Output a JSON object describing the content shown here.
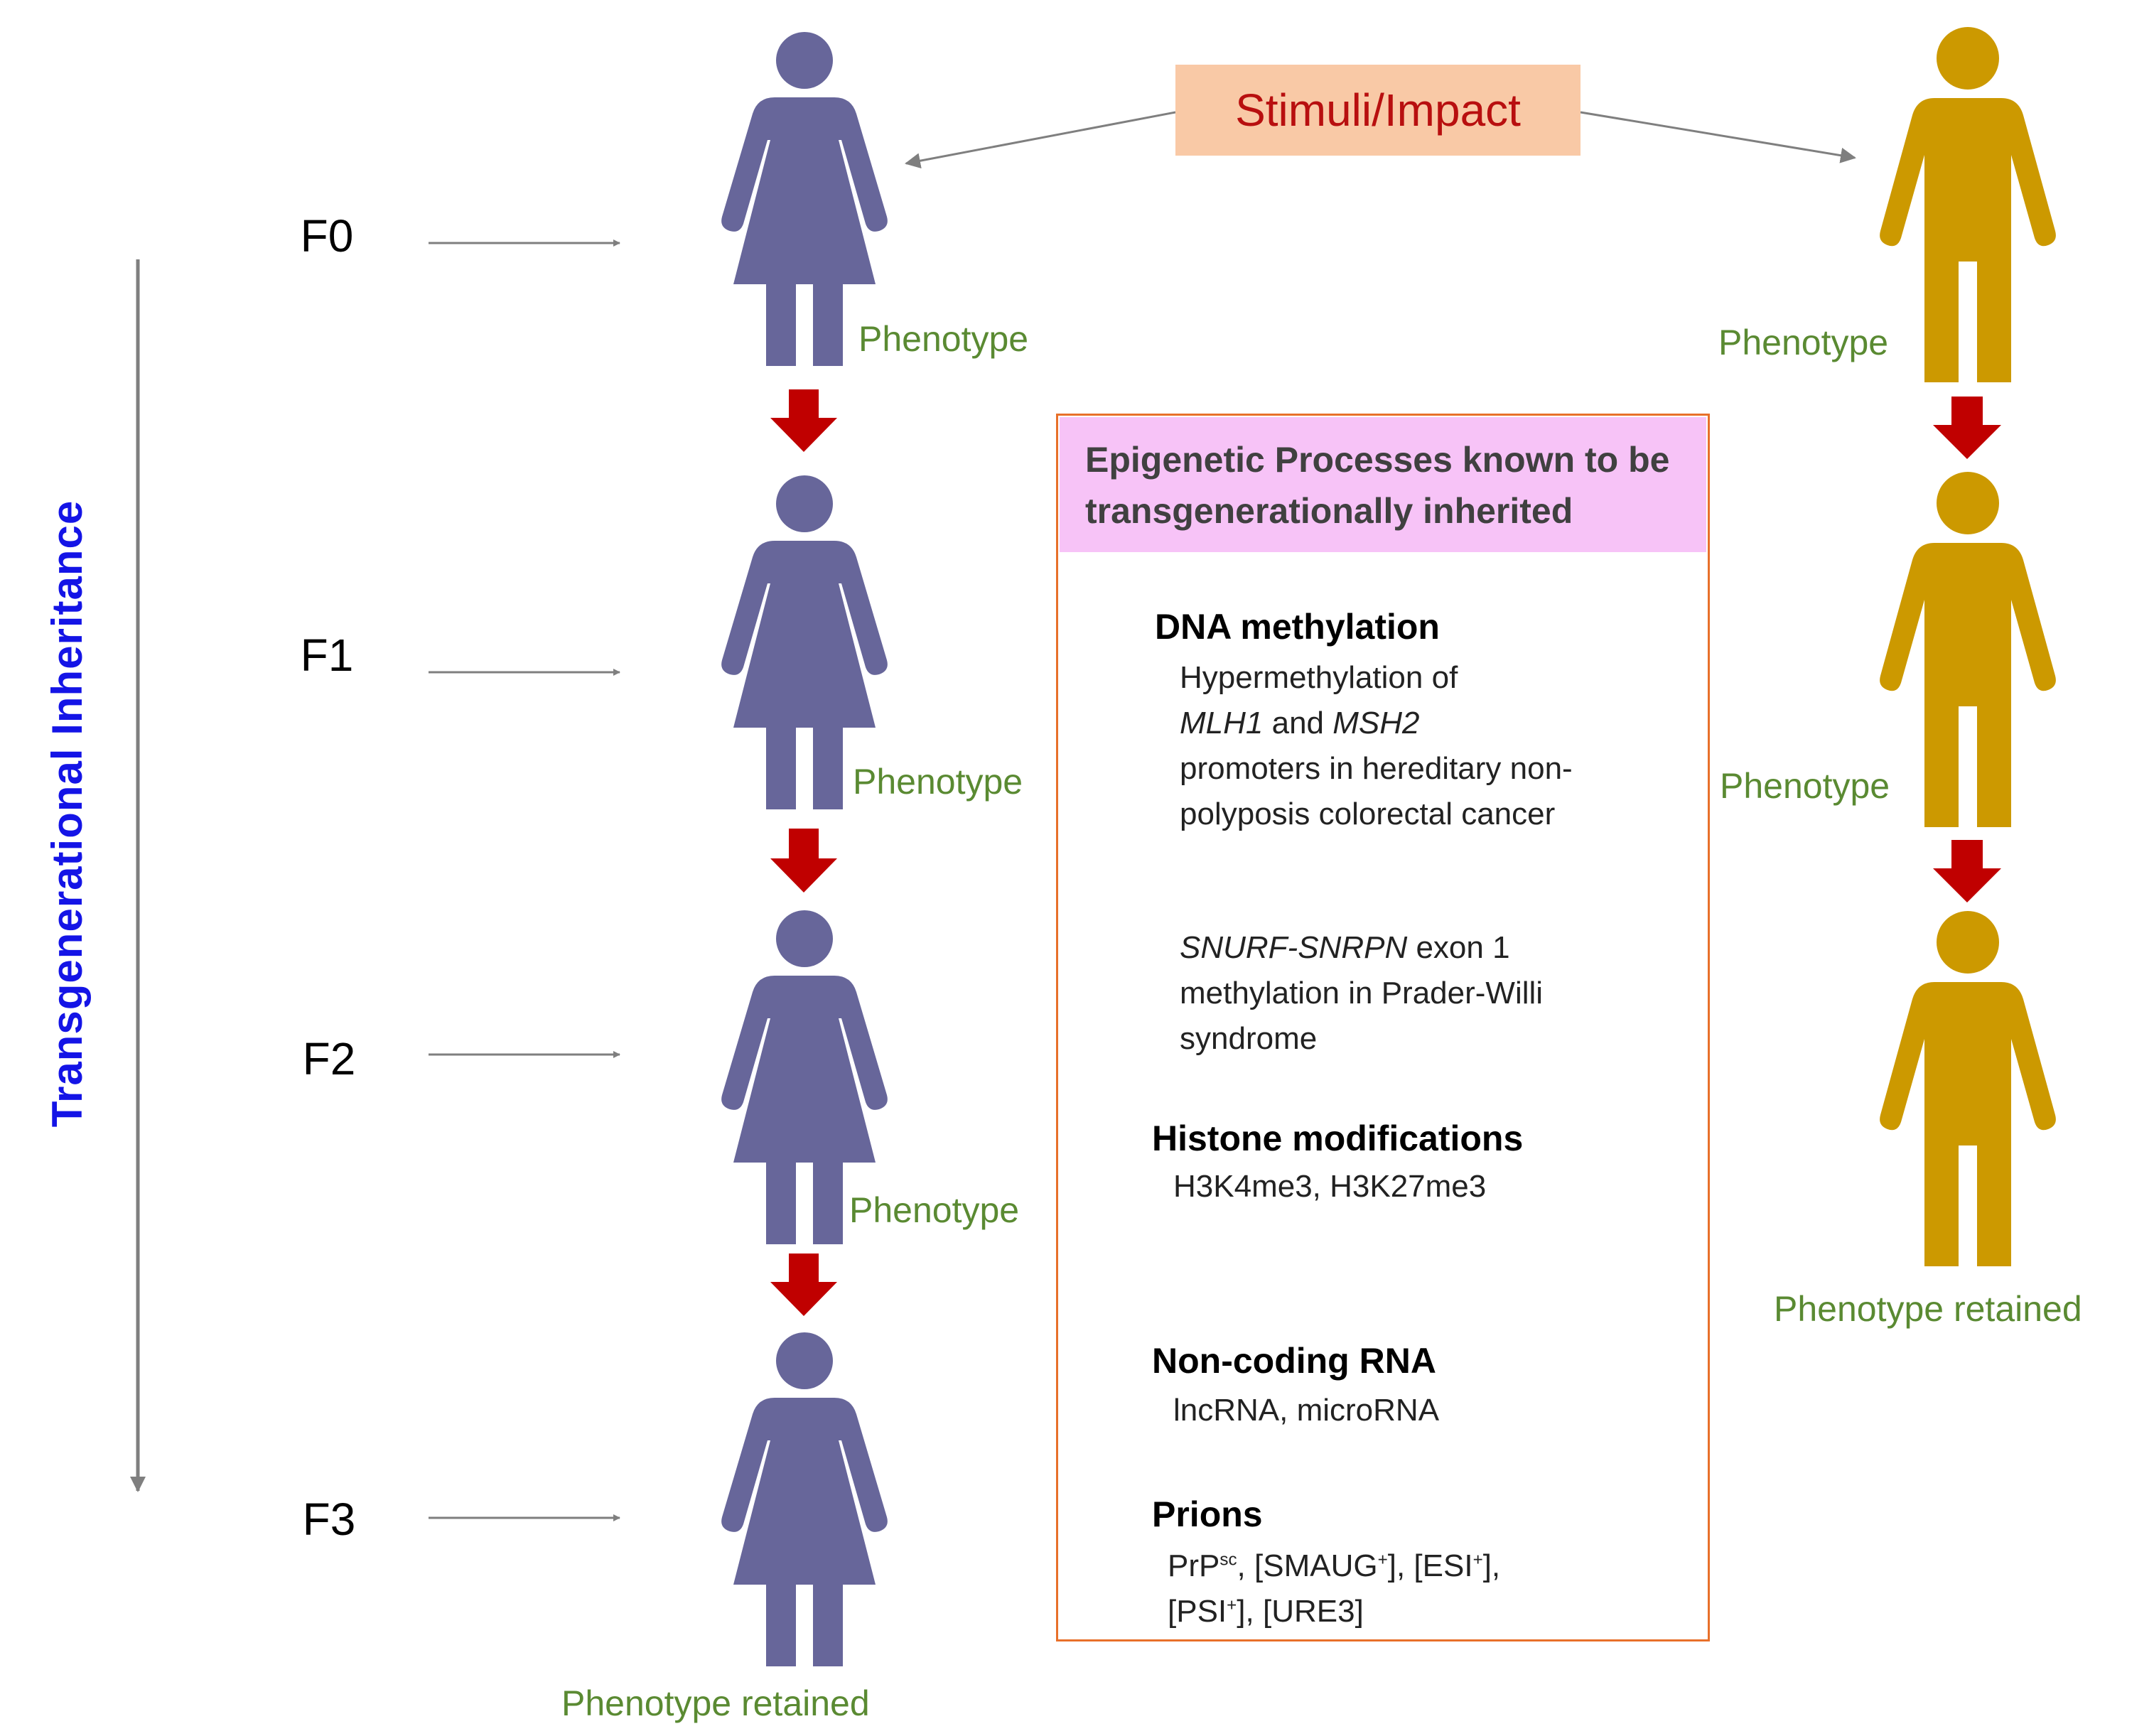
{
  "axis_title": "Transgenerational  Inheritance",
  "generations": [
    "F0",
    "F1",
    "F2",
    "F3"
  ],
  "stimuli_label": "Stimuli/Impact",
  "phenotype_label": "Phenotype",
  "phenotype_retained_label": "Phenotype retained",
  "colors": {
    "female_figure": "#67669a",
    "male_figure": "#cc9900",
    "inheritance_arrow": "#c00000",
    "phenotype_text": "#5a8a32",
    "axis_title": "#1414e6",
    "panel_border": "#e8702a",
    "panel_header_bg": "#f7c3f7",
    "stimuli_bg": "#f9c9a6",
    "stimuli_text": "#b80f0f"
  },
  "panel": {
    "header": "Epigenetic Processes known to be transgenerationally inherited",
    "dna_methylation": {
      "title": "DNA methylation",
      "item1_prefix": "Hypermethylation of",
      "item1_gene1": "MLH1",
      "item1_and": " and ",
      "item1_gene2": "MSH2",
      "item1_suffix": "promoters in hereditary non-polyposis colorectal cancer",
      "item2_gene": "SNURF-SNRPN",
      "item2_suffix": " exon 1 methylation in Prader-Willi syndrome"
    },
    "histone": {
      "title": "Histone modifications",
      "text": "H3K4me3, H3K27me3"
    },
    "ncrna": {
      "title": "Non-coding RNA",
      "text": "lncRNA, microRNA"
    },
    "prions": {
      "title": "Prions",
      "prp": "PrP",
      "prp_sup": "sc",
      "smaug": "[SMAUG",
      "esi": "[ESI",
      "psi": "[PSI",
      "plus": "+",
      "ure3": "[URE3]"
    }
  }
}
